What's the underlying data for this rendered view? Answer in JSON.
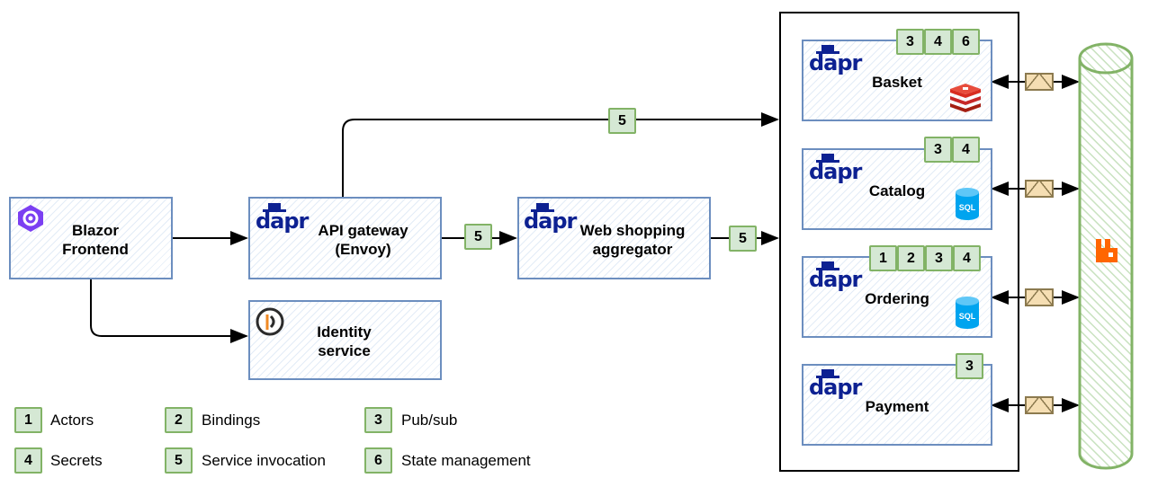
{
  "nodes": {
    "blazor": "Blazor\nFrontend",
    "gateway": "API gateway\n(Envoy)",
    "aggregator": "Web shopping\naggregator",
    "identity": "Identity\nservice",
    "basket": "Basket",
    "catalog": "Catalog",
    "ordering": "Ordering",
    "payment": "Payment"
  },
  "badges": {
    "basket": [
      "3",
      "4",
      "6"
    ],
    "catalog": [
      "3",
      "4"
    ],
    "ordering": [
      "1",
      "2",
      "3",
      "4"
    ],
    "payment": [
      "3"
    ],
    "edge_gateway_basket": "5",
    "edge_gateway_aggregator": "5",
    "edge_aggregator_services": "5"
  },
  "dapr_logo_text": "dapr",
  "sql_icon_text": "SQL",
  "legend": [
    {
      "num": "1",
      "label": "Actors"
    },
    {
      "num": "2",
      "label": "Bindings"
    },
    {
      "num": "3",
      "label": "Pub/sub"
    },
    {
      "num": "4",
      "label": "Secrets"
    },
    {
      "num": "5",
      "label": "Service invocation"
    },
    {
      "num": "6",
      "label": "State management"
    }
  ],
  "colors": {
    "service_border": "#6c8ebf",
    "badge_fill": "#d5e8d4",
    "badge_border": "#82b366",
    "dapr_blue": "#0d2192",
    "bus_border": "#82b366",
    "rabbitmq": "#ff6600",
    "redis": "#c62828",
    "sql": "#00a4ef"
  }
}
